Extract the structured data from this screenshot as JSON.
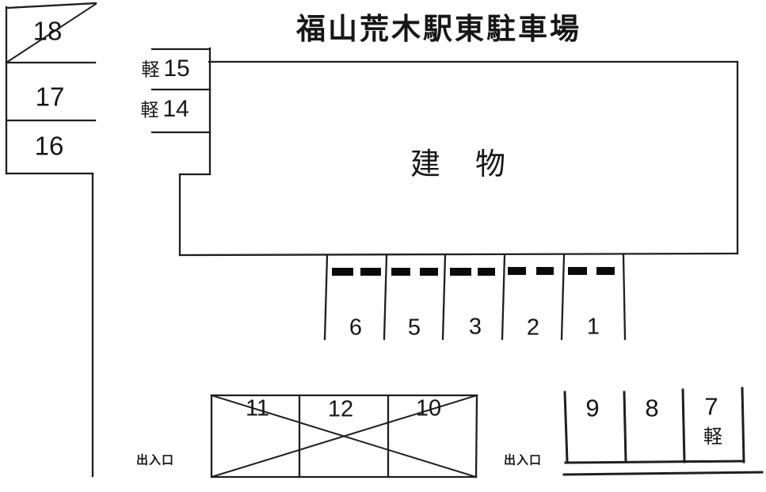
{
  "title": "福山荒木駅東駐車場",
  "building": {
    "label": "建物"
  },
  "entrances": {
    "left": "出入口",
    "right": "出入口"
  },
  "spaces": {
    "left_column": [
      {
        "number": "18",
        "status": "crossed-out"
      },
      {
        "number": "17",
        "status": "open"
      },
      {
        "number": "16",
        "status": "open"
      }
    ],
    "kei_column": [
      {
        "prefix": "軽",
        "number": "15"
      },
      {
        "prefix": "軽",
        "number": "14"
      }
    ],
    "middle_row": [
      {
        "number": "6"
      },
      {
        "number": "5"
      },
      {
        "number": "3"
      },
      {
        "number": "2"
      },
      {
        "number": "1"
      }
    ],
    "bottom_left_row": {
      "status": "crossed-out",
      "spaces": [
        {
          "number": "11"
        },
        {
          "number": "12"
        },
        {
          "number": "10"
        }
      ]
    },
    "bottom_right_row": [
      {
        "number": "9"
      },
      {
        "number": "8"
      },
      {
        "number": "7",
        "suffix": "軽"
      }
    ]
  }
}
